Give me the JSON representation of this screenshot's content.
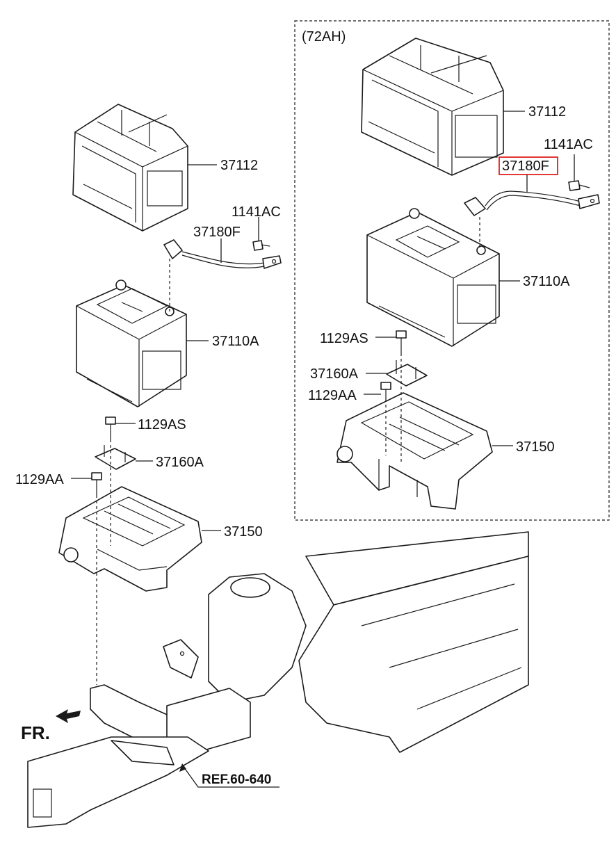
{
  "variant_box": {
    "label": "(72AH)"
  },
  "left_group": {
    "tray_cover": "37112",
    "bolt_top": "1141AC",
    "cable": "37180F",
    "battery": "37110A",
    "bolt_clamp": "1129AS",
    "clamp": "37160A",
    "bolt_tray": "1129AA",
    "tray": "37150"
  },
  "right_group": {
    "tray_cover": "37112",
    "bolt_top": "1141AC",
    "cable": "37180F",
    "battery": "37110A",
    "bolt_clamp": "1129AS",
    "clamp": "37160A",
    "bolt_tray": "1129AA",
    "tray": "37150"
  },
  "highlight_color": "#e02020",
  "reference": "REF.60-640",
  "front_marker": "FR."
}
